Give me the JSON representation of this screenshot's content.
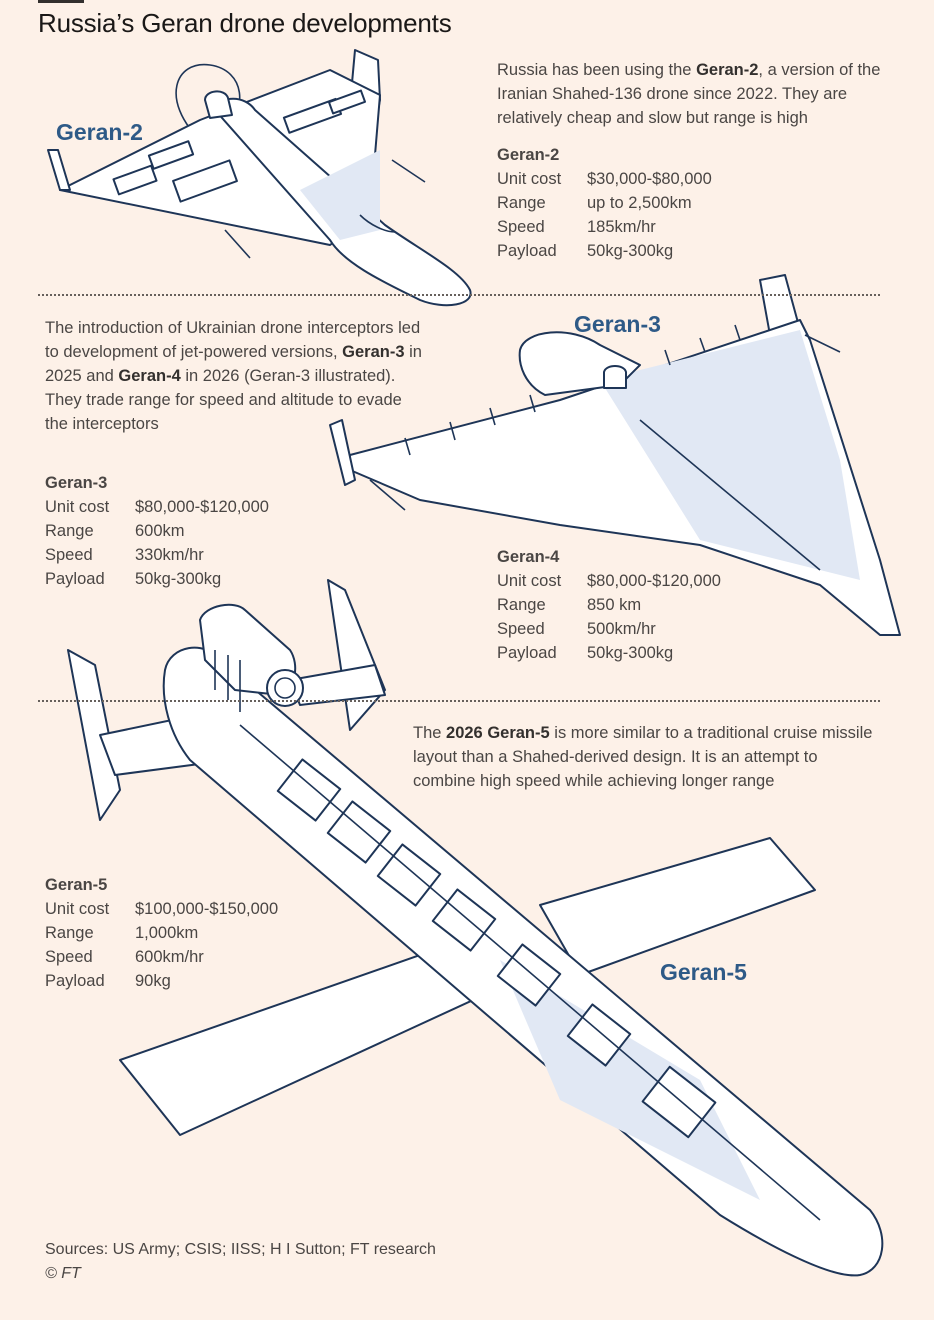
{
  "title": "Russia’s Geran drone developments",
  "labels": {
    "geran2": "Geran-2",
    "geran3": "Geran-3",
    "geran5": "Geran-5"
  },
  "intro2": {
    "p1": "Russia has been using the ",
    "b1": "Geran-2",
    "p2": ", a version of the Iranian Shahed-136 drone since 2022. They are relatively cheap and slow but range is high"
  },
  "intro3": {
    "p1": "The introduction of Ukrainian drone interceptors led to development of jet-powered versions, ",
    "b1": "Geran-3",
    "p2": " in 2025 and ",
    "b2": "Geran-4",
    "p3": " in 2026 (Geran-3 illustrated). They trade range for speed and altitude to evade the interceptors"
  },
  "intro5": {
    "p1": "The ",
    "b1": "2026 Geran-5",
    "p2": " is more similar to a traditional cruise missile layout than a Shahed-derived design. It is an attempt to combine high speed while achieving longer range"
  },
  "specs": [
    {
      "name": "Geran-2",
      "rows": [
        [
          "Unit cost",
          "$30,000-$80,000"
        ],
        [
          "Range",
          "up to 2,500km"
        ],
        [
          "Speed",
          "185km/hr"
        ],
        [
          "Payload",
          "50kg-300kg"
        ]
      ]
    },
    {
      "name": "Geran-3",
      "rows": [
        [
          "Unit cost",
          "$80,000-$120,000"
        ],
        [
          "Range",
          "600km"
        ],
        [
          "Speed",
          "330km/hr"
        ],
        [
          "Payload",
          "50kg-300kg"
        ]
      ]
    },
    {
      "name": "Geran-4",
      "rows": [
        [
          "Unit cost",
          "$80,000-$120,000"
        ],
        [
          "Range",
          "850 km"
        ],
        [
          "Speed",
          "500km/hr"
        ],
        [
          "Payload",
          "50kg-300kg"
        ]
      ]
    },
    {
      "name": "Geran-5",
      "rows": [
        [
          "Unit cost",
          "$100,000-$150,000"
        ],
        [
          "Range",
          "1,000km"
        ],
        [
          "Speed",
          "600km/hr"
        ],
        [
          "Payload",
          "90kg"
        ]
      ]
    }
  ],
  "source": {
    "line1": "Sources: US Army; CSIS; IISS; H I Sutton; FT research",
    "line2": "© FT"
  },
  "colors": {
    "background": "#fdf1e8",
    "outline": "#1e3557",
    "label": "#2e5a87",
    "text": "#4a4644"
  }
}
